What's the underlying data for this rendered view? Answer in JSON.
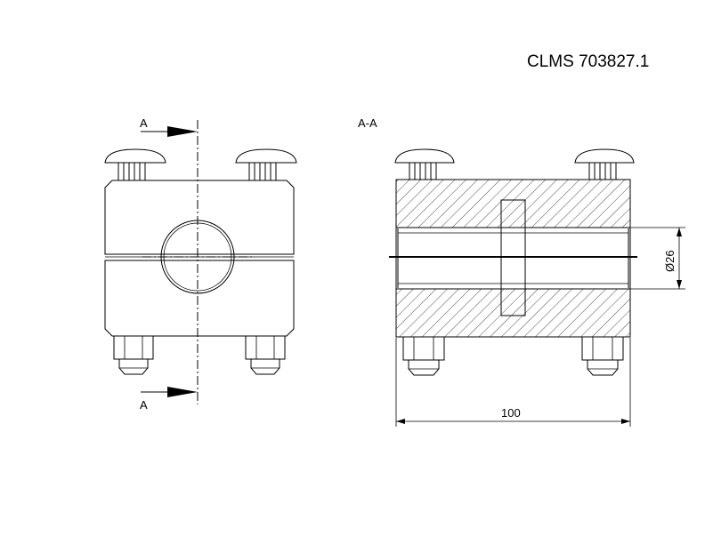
{
  "drawing": {
    "part_number": "CLMS 703827.1",
    "section_label": "A-A",
    "section_mark_top": "A",
    "section_mark_bottom": "A",
    "dim_length": "100",
    "dim_diameter": "Ø26"
  }
}
